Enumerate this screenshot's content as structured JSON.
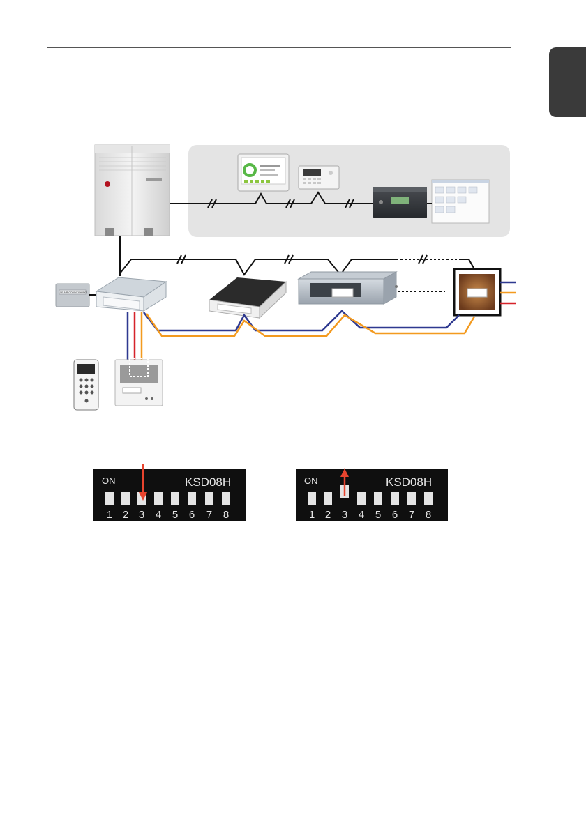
{
  "dip_switches": [
    {
      "on_label": "ON",
      "model_label": "KSD08H",
      "numbers": [
        "1",
        "2",
        "3",
        "4",
        "5",
        "6",
        "7",
        "8"
      ],
      "arrow_color": "#e8442e",
      "arrow_direction": "down",
      "highlight_switch": 3
    },
    {
      "on_label": "ON",
      "model_label": "KSD08H",
      "numbers": [
        "1",
        "2",
        "3",
        "4",
        "5",
        "6",
        "7",
        "8"
      ],
      "arrow_color": "#e8442e",
      "arrow_direction": "up",
      "highlight_switch": 3
    }
  ],
  "devices": {
    "panel_label": "LGE AIR CONDITIONING",
    "wire_colors": {
      "blue": "#2e3990",
      "orange": "#f39a1f",
      "red": "#d6232a",
      "black": "#111111"
    },
    "tab_color": "#3a3a3a"
  }
}
